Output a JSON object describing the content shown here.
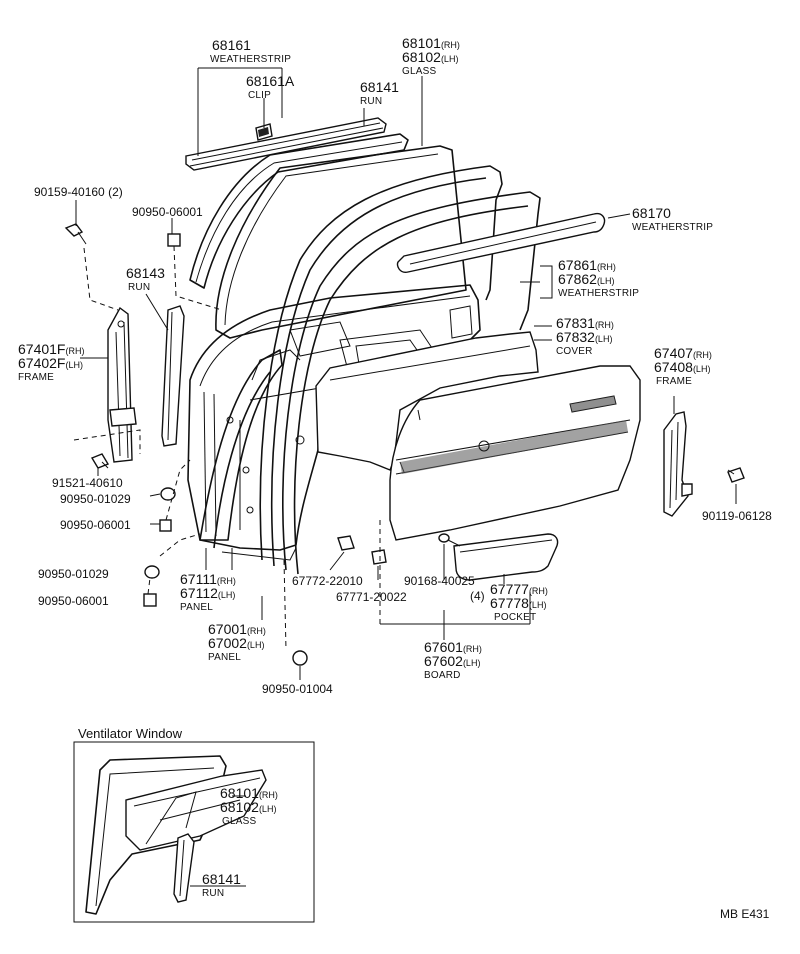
{
  "diagram": {
    "code": "MB  E431",
    "labels": [
      {
        "id": "l68161",
        "pn": "68161",
        "name": "WEATHERSTRIP"
      },
      {
        "id": "l68161a",
        "pn": "68161A",
        "name": "CLIP"
      },
      {
        "id": "l68141",
        "pn": "68141",
        "name": "RUN"
      },
      {
        "id": "l68101",
        "pn": "68101",
        "pn_suffix": "(RH)",
        "pn2": "68102",
        "pn2_suffix": "(LH)",
        "name": "GLASS"
      },
      {
        "id": "l90159",
        "pn": "90159-40160 (2)"
      },
      {
        "id": "l90950a",
        "pn": "90950-06001"
      },
      {
        "id": "l68170",
        "pn": "68170",
        "name": "WEATHERSTRIP"
      },
      {
        "id": "l68143",
        "pn": "68143",
        "name": "RUN"
      },
      {
        "id": "l67861",
        "pn": "67861",
        "pn_suffix": "(RH)",
        "pn2": "67862",
        "pn2_suffix": "(LH)",
        "name": "WEATHERSTRIP"
      },
      {
        "id": "l67831",
        "pn": "67831",
        "pn_suffix": "(RH)",
        "pn2": "67832",
        "pn2_suffix": "(LH)",
        "name": "COVER"
      },
      {
        "id": "l67401",
        "pn": "67401F",
        "pn_suffix": "(RH)",
        "pn2": "67402F",
        "pn2_suffix": "(LH)",
        "name": "FRAME"
      },
      {
        "id": "l67407",
        "pn": "67407",
        "pn_suffix": "(RH)",
        "pn2": "67408",
        "pn2_suffix": "(LH)",
        "name": "FRAME"
      },
      {
        "id": "l91521",
        "pn": "91521-40610"
      },
      {
        "id": "l90950b",
        "pn": "90950-01029"
      },
      {
        "id": "l90950c",
        "pn": "90950-06001"
      },
      {
        "id": "l90119",
        "pn": "90119-06128"
      },
      {
        "id": "l90950d",
        "pn": "90950-01029"
      },
      {
        "id": "l90950e",
        "pn": "90950-06001"
      },
      {
        "id": "l67111",
        "pn": "67111",
        "pn_suffix": "(RH)",
        "pn2": "67112",
        "pn2_suffix": "(LH)",
        "name": "PANEL"
      },
      {
        "id": "l67772",
        "pn": "67772-22010"
      },
      {
        "id": "l67771",
        "pn": "67771-20022"
      },
      {
        "id": "l90168",
        "pn": "90168-40025",
        "pn2": "(4)"
      },
      {
        "id": "l67777",
        "pn": "67777",
        "pn_suffix": "(RH)",
        "pn2": "67778",
        "pn2_suffix": "(LH)",
        "name": "POCKET"
      },
      {
        "id": "l67001",
        "pn": "67001",
        "pn_suffix": "(RH)",
        "pn2": "67002",
        "pn2_suffix": "(LH)",
        "name": "PANEL"
      },
      {
        "id": "l67601",
        "pn": "67601",
        "pn_suffix": "(RH)",
        "pn2": "67602",
        "pn2_suffix": "(LH)",
        "name": "BOARD"
      },
      {
        "id": "l90950f",
        "pn": "90950-01004"
      }
    ],
    "inset": {
      "title": "Ventilator  Window",
      "labels": [
        {
          "id": "i68101",
          "pn": "68101",
          "pn_suffix": "(RH)",
          "pn2": "68102",
          "pn2_suffix": "(LH)",
          "name": "GLASS"
        },
        {
          "id": "i68141",
          "pn": "68141",
          "name": "RUN"
        }
      ]
    }
  }
}
